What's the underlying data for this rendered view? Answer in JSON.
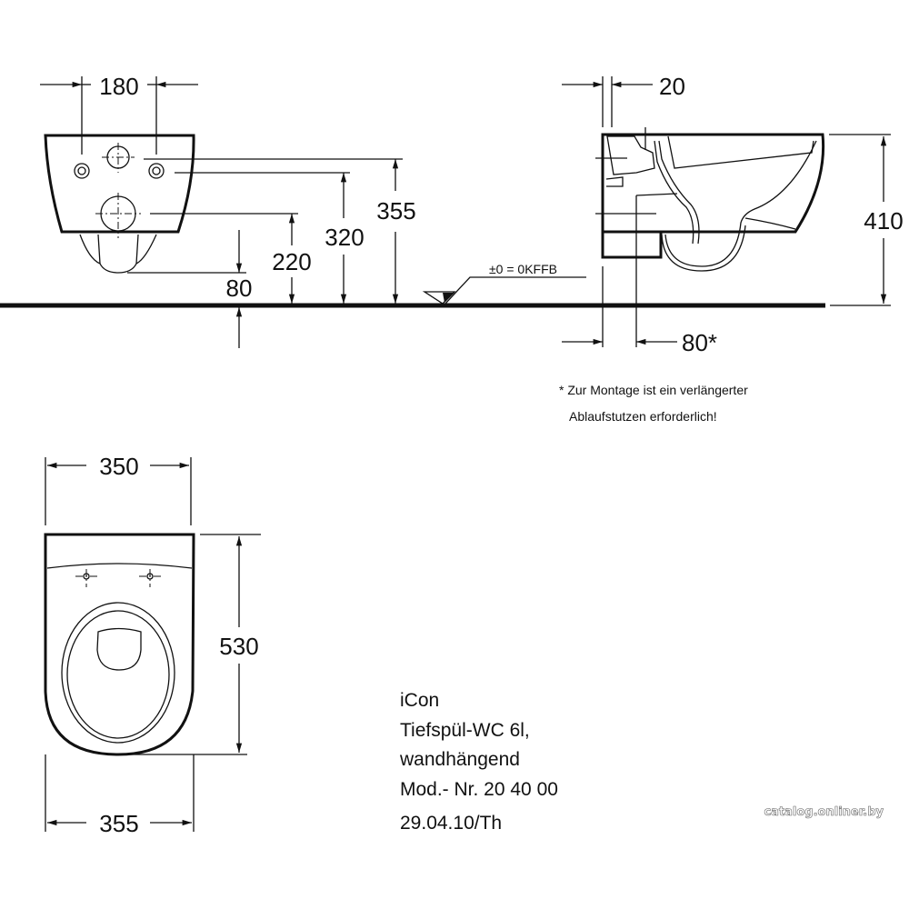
{
  "front_view": {
    "dims": {
      "hole_spacing": "180",
      "height_355": "355",
      "height_320": "320",
      "height_220": "220",
      "height_80": "80"
    }
  },
  "floor_level": {
    "label": "±0 = 0KFFB"
  },
  "side_view": {
    "dims": {
      "wall_gap": "20",
      "drain_offset": "80*",
      "height": "410"
    },
    "footnote": {
      "line1": "* Zur Montage ist ein verlängerter",
      "line2": "Ablaufstutzen erforderlich!"
    }
  },
  "top_view": {
    "dims": {
      "width_top": "350",
      "depth": "530",
      "width_bottom": "355"
    }
  },
  "title_block": {
    "name": "iCon",
    "type": "Tiefspül-WC 6l,",
    "mounting": "wandhängend",
    "model": "Mod.- Nr. 20 40 00",
    "date": "29.04.10/Th"
  },
  "watermark": "catalog.onliner.by"
}
